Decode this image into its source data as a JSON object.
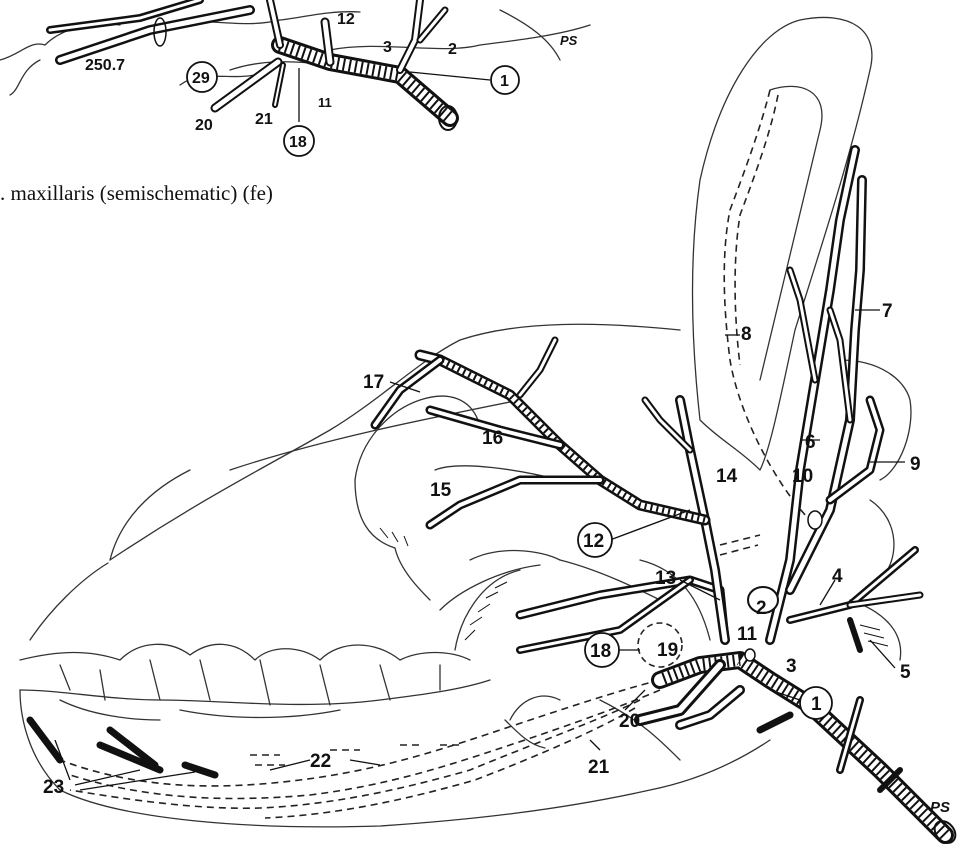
{
  "caption": ". maxillaris (semischematic) (fe)",
  "signature": "PS",
  "inset_labels": {
    "l12": "12",
    "l3": "3",
    "l2": "2",
    "l1": "1",
    "l250": "250.7",
    "l29": "29",
    "l20": "20",
    "l21": "21",
    "l11": "11",
    "l18": "18"
  },
  "main_labels": {
    "l7": "7",
    "l8": "8",
    "l17": "17",
    "l16": "16",
    "l6": "6",
    "l9": "9",
    "l15": "15",
    "l14": "14",
    "l10": "10",
    "l12": "12",
    "l13": "13",
    "l4": "4",
    "l2": "2",
    "l11": "11",
    "l5": "5",
    "l18": "18",
    "l19": "19",
    "l3": "3",
    "l1": "1",
    "l20": "20",
    "l22": "22",
    "l21": "21",
    "l23": "23"
  }
}
